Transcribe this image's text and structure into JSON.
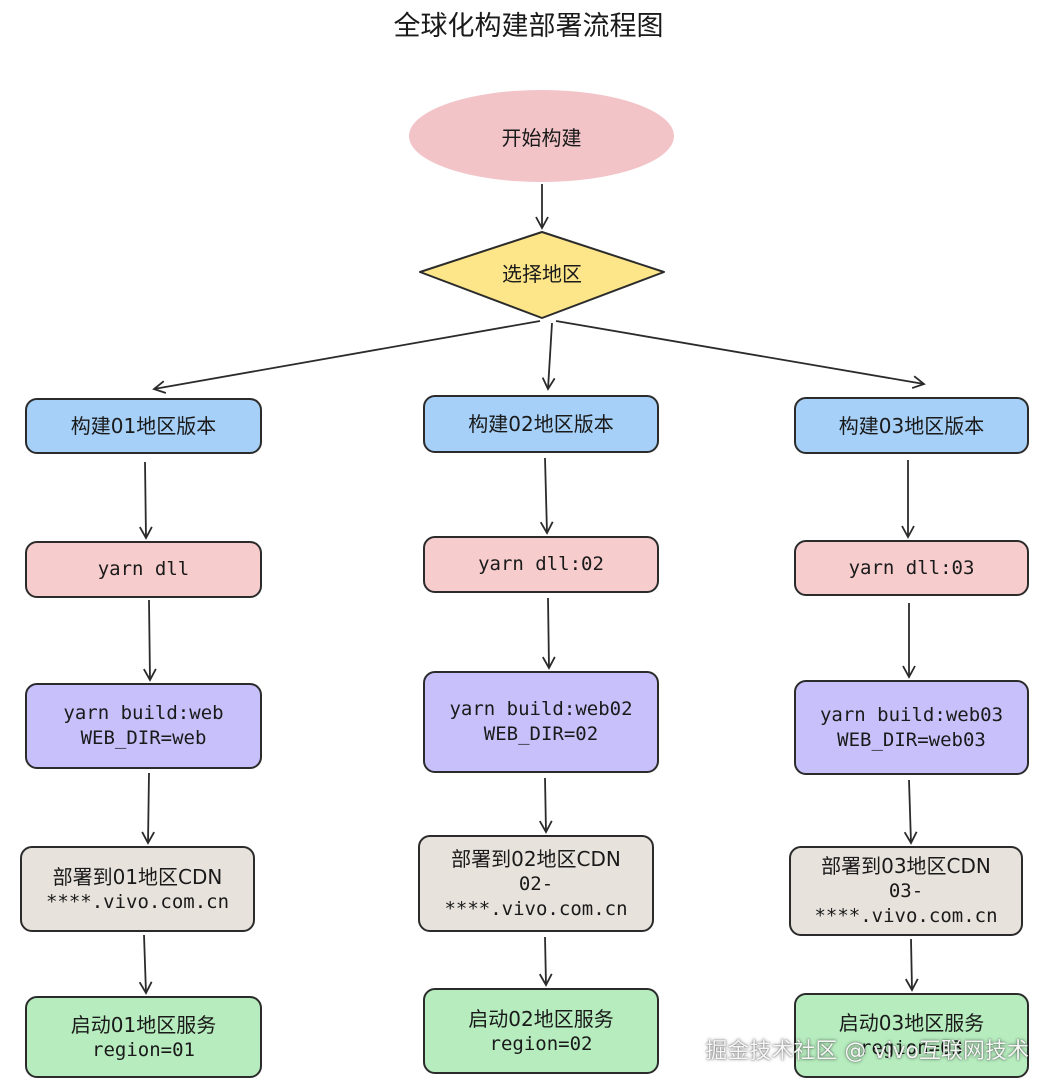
{
  "title": "全球化构建部署流程图",
  "start": "开始构建",
  "decision": "选择地区",
  "columns": [
    {
      "build": "构建01地区版本",
      "dll": "yarn dll",
      "web": [
        "yarn build:web",
        "WEB_DIR=web"
      ],
      "deploy": [
        "部署到01地区CDN",
        "****.vivo.com.cn"
      ],
      "service": [
        "启动01地区服务",
        "region=01"
      ]
    },
    {
      "build": "构建02地区版本",
      "dll": "yarn dll:02",
      "web": [
        "yarn build:web02",
        "WEB_DIR=02"
      ],
      "deploy": [
        "部署到02地区CDN",
        "02-",
        "****.vivo.com.cn"
      ],
      "service": [
        "启动02地区服务",
        "region=02"
      ]
    },
    {
      "build": "构建03地区版本",
      "dll": "yarn dll:03",
      "web": [
        "yarn build:web03",
        "WEB_DIR=web03"
      ],
      "deploy": [
        "部署到03地区CDN",
        "03-",
        "****.vivo.com.cn"
      ],
      "service": [
        "启动03地区服务",
        "region=03"
      ]
    }
  ],
  "watermark": "掘金技术社区 @ vivo互联网技术",
  "colors": {
    "start": "#f2c3c7",
    "decision": "#fde68a",
    "build": "#a6d0f8",
    "dll": "#f6cccd",
    "web": "#c8c0fb",
    "deploy": "#e8e2dc",
    "service": "#b6ecbe",
    "stroke": "#2b2b2b"
  }
}
